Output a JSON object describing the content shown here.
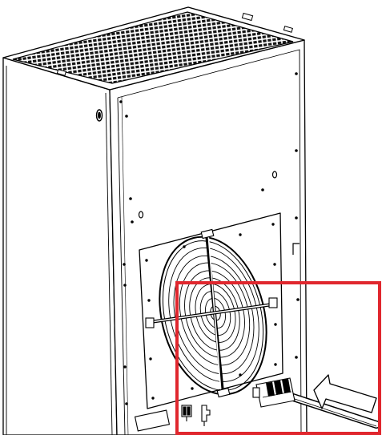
{
  "figure": {
    "subject": "outdoor-cabinet-air-conditioner-unit",
    "background_color": "#ffffff",
    "line_color": "#000000",
    "highlight_color": "#e0272e",
    "arrow_fill_color": "#ffffff",
    "callout": {
      "target": "power-and-signal-connector-on-bottom-of-unit",
      "arrow_direction": "left"
    },
    "icons": [
      "fan-grille-icon",
      "connector-plug-icon",
      "insert-arrow-icon",
      "lifting-eye-icon"
    ]
  }
}
